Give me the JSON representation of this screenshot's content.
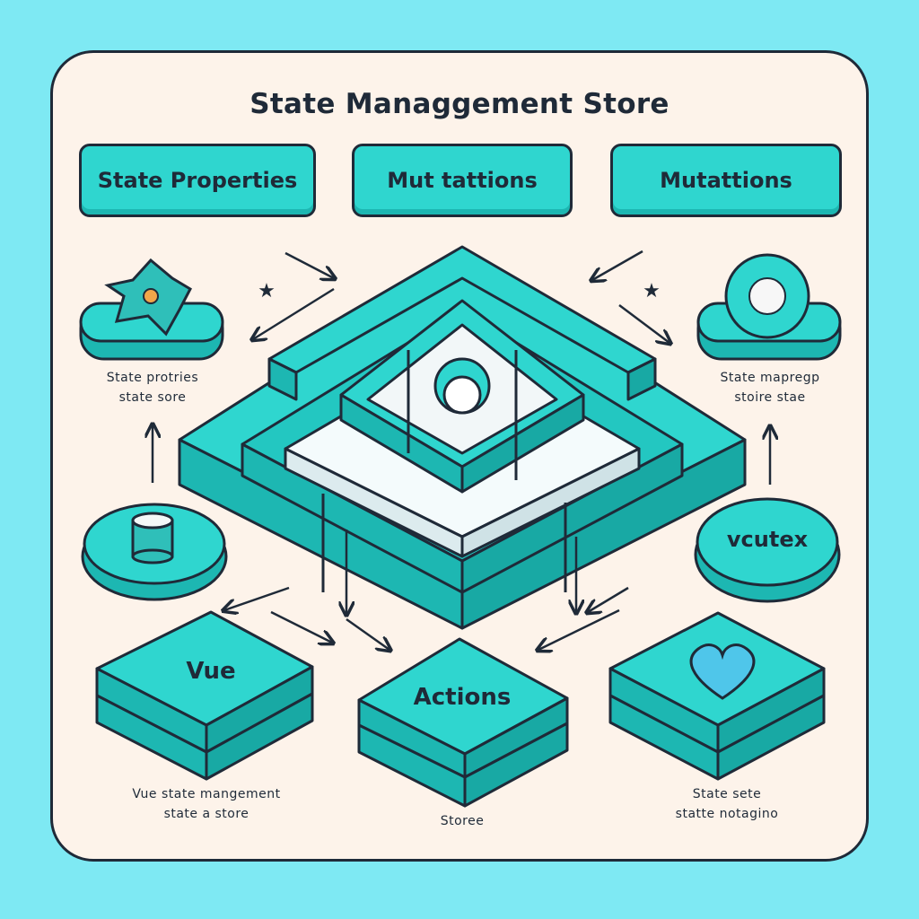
{
  "diagram": {
    "title": "State Managgement Store",
    "top_boxes": [
      "State Properties",
      "Mut tattions",
      "Mutattions"
    ],
    "left_caption": [
      "State protries",
      "state sore"
    ],
    "right_caption": [
      "State mapregp",
      "stoire stae"
    ],
    "vcutex_label": "vcutex",
    "blocks": {
      "vue": "Vue",
      "actions": "Actions"
    },
    "bottom_left_caption": [
      "Vue state mangement",
      "state a store"
    ],
    "bottom_center_caption": "Storee",
    "bottom_right_caption": [
      "State sete",
      "statte notagino"
    ],
    "colors": {
      "background": "#7ee9f3",
      "card": "#fdf3ea",
      "teal": "#2fd6cf",
      "teal_dark": "#1db7b2",
      "outline": "#1f2a38"
    }
  }
}
